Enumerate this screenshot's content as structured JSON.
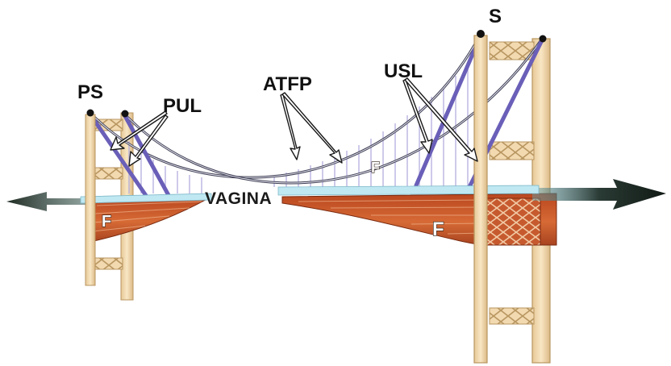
{
  "labels": {
    "ps": "PS",
    "s": "S",
    "pul": "PUL",
    "atfp": "ATFP",
    "usl": "USL",
    "vagina": "VAGINA",
    "f_left": "F",
    "f_right": "F",
    "f_mid": "F"
  },
  "colors": {
    "tower_fill": "#f2d9b0",
    "tower_stroke": "#b89660",
    "cable": "#3f3f55",
    "cable_light": "#bfc2d8",
    "strut": "#6a5fb8",
    "hanger": "#b9b4e0",
    "deck": "#bfe8f2",
    "fascia": "#c65a2e",
    "arrow": "#1e2a22"
  }
}
